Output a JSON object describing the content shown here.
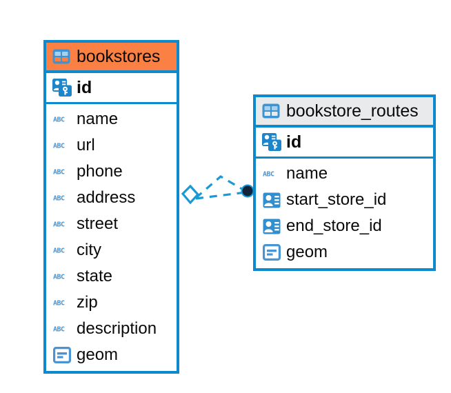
{
  "diagram": {
    "title": "bookstores / bookstore_routes ER diagram",
    "background_color": "#ffffff",
    "accent_border_color": "#0d8ace",
    "header_highlight_color": "#fa8043",
    "header_neutral_color": "#e9eaeb",
    "icon_color": "#3d94d4",
    "text_color": "#0a0a0a"
  },
  "entities": [
    {
      "name": "bookstores",
      "header_icon": "table-grid-icon",
      "header_style": "orange",
      "primary_key": {
        "label": "id",
        "icon": "primary-key-icon"
      },
      "fields": [
        {
          "label": "name",
          "icon": "abc-text-icon"
        },
        {
          "label": "url",
          "icon": "abc-text-icon"
        },
        {
          "label": "phone",
          "icon": "abc-text-icon"
        },
        {
          "label": "address",
          "icon": "abc-text-icon"
        },
        {
          "label": "street",
          "icon": "abc-text-icon"
        },
        {
          "label": "city",
          "icon": "abc-text-icon"
        },
        {
          "label": "state",
          "icon": "abc-text-icon"
        },
        {
          "label": "zip",
          "icon": "abc-text-icon"
        },
        {
          "label": "description",
          "icon": "abc-text-icon"
        },
        {
          "label": "geom",
          "icon": "geometry-icon"
        }
      ]
    },
    {
      "name": "bookstore_routes",
      "header_icon": "table-grid-icon",
      "header_style": "grey",
      "primary_key": {
        "label": "id",
        "icon": "primary-key-icon"
      },
      "fields": [
        {
          "label": "name",
          "icon": "abc-text-icon"
        },
        {
          "label": "start_store_id",
          "icon": "foreign-key-icon"
        },
        {
          "label": "end_store_id",
          "icon": "foreign-key-icon"
        },
        {
          "label": "geom",
          "icon": "geometry-icon"
        }
      ]
    }
  ],
  "relationship": {
    "from_entity": "bookstores",
    "to_entity": "bookstore_routes",
    "from_marker": "diamond-outline-marker",
    "to_marker": "filled-circle-marker",
    "line_style": "dashed",
    "line_color": "#199ad6",
    "endpoint_color": "#12243a",
    "branch_count": 2
  }
}
